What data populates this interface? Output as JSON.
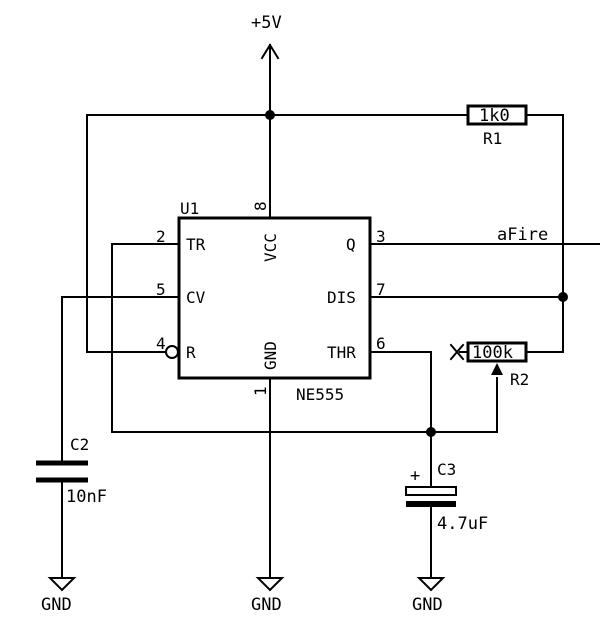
{
  "schematic": {
    "power": {
      "vcc": "+5V",
      "gnd": "GND"
    },
    "u1": {
      "ref": "U1",
      "value": "NE555",
      "pins": {
        "tr": {
          "num": "2",
          "name": "TR"
        },
        "cv": {
          "num": "5",
          "name": "CV"
        },
        "r": {
          "num": "4",
          "name": "R"
        },
        "vcc": {
          "num": "8",
          "name": "VCC"
        },
        "gnd": {
          "num": "1",
          "name": "GND"
        },
        "q": {
          "num": "3",
          "name": "Q"
        },
        "dis": {
          "num": "7",
          "name": "DIS"
        },
        "thr": {
          "num": "6",
          "name": "THR"
        }
      }
    },
    "r1": {
      "ref": "R1",
      "value": "1k0"
    },
    "r2": {
      "ref": "R2",
      "value": "100k"
    },
    "c2": {
      "ref": "C2",
      "value": "10nF"
    },
    "c3": {
      "ref": "C3",
      "value": "4.7uF",
      "polarity": "+"
    },
    "net_label": "aFire"
  }
}
